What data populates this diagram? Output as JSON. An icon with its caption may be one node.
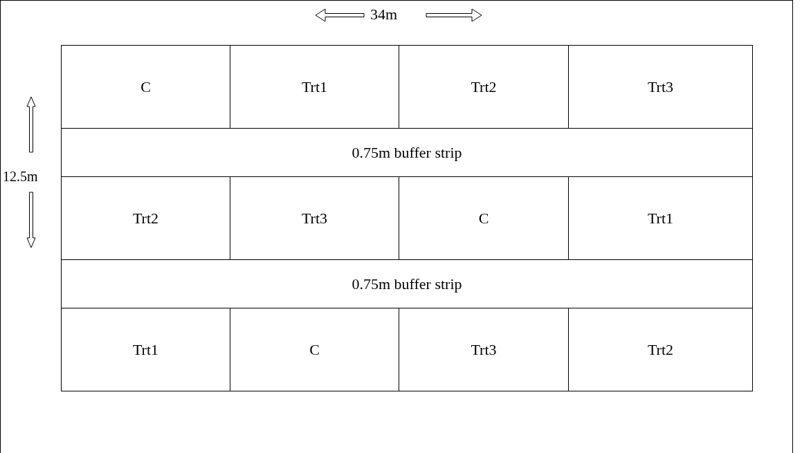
{
  "diagram": {
    "nodes": [
      {
        "text": [
          "C"
        ]
      },
      {
        "text": [
          "Trt1"
        ]
      },
      {
        "text": [
          "Trt2"
        ]
      },
      {
        "text": [
          "Trt3"
        ]
      },
      {
        "text": [
          "0.75m buffer strip"
        ]
      },
      {
        "text": [
          "Trt2"
        ]
      },
      {
        "text": [
          "Trt3"
        ]
      },
      {
        "text": [
          "C"
        ]
      },
      {
        "text": [
          "Trt1"
        ]
      },
      {
        "text": [
          "0.75m buffer strip"
        ]
      },
      {
        "text": [
          "Trt1"
        ]
      },
      {
        "text": [
          "C"
        ]
      },
      {
        "text": [
          "Trt3"
        ]
      },
      {
        "text": [
          "Trt2"
        ]
      }
    ],
    "labels": [
      "34m",
      "12.5m"
    ]
  }
}
